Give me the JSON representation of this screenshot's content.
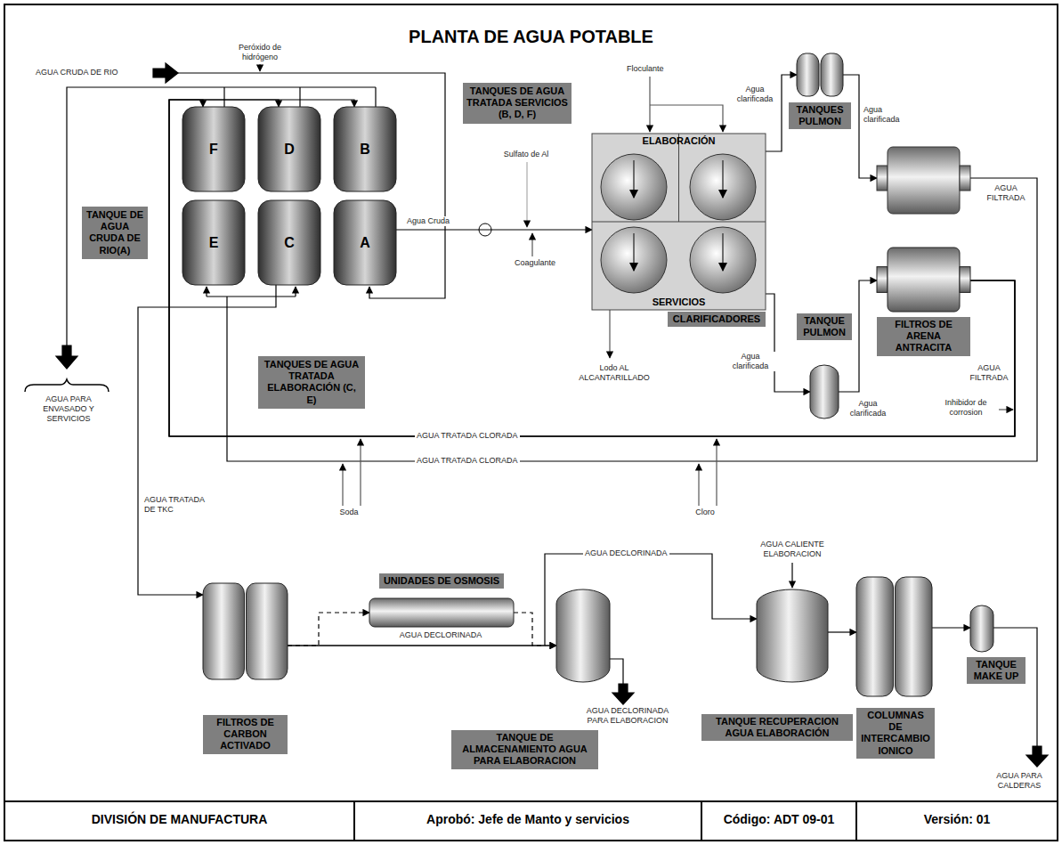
{
  "diagram": {
    "title": "PLANTA DE AGUA POTABLE",
    "nodes": [
      {
        "text": [
          "F"
        ]
      },
      {
        "text": [
          "D"
        ]
      },
      {
        "text": [
          "B"
        ]
      },
      {
        "text": [
          "E"
        ]
      },
      {
        "text": [
          "C"
        ]
      },
      {
        "text": [
          "A"
        ]
      },
      {
        "text": [
          "TANQUE DE AGUA CRUDA DE RIO(A)"
        ]
      },
      {
        "text": [
          "TANQUES DE AGUA TRATADA SERVICIOS (B, D, F)"
        ]
      },
      {
        "text": [
          "TANQUES DE AGUA TRATADA ELABORACIÓN (C, E)"
        ]
      },
      {
        "text": [
          "ELABORACIÓN",
          "SERVICIOS",
          "CLARIFICADORES"
        ]
      },
      {
        "text": [
          "TANQUES PULMON"
        ]
      },
      {
        "text": [
          "TANQUE PULMON"
        ]
      },
      {
        "text": [
          "FILTROS DE ARENA ANTRACITA"
        ]
      },
      {
        "text": [
          "FILTROS DE CARBON ACTIVADO"
        ]
      },
      {
        "text": [
          "UNIDADES DE OSMOSIS"
        ]
      },
      {
        "text": [
          "TANQUE DE ALMACENAMIENTO AGUA PARA ELABORACION"
        ]
      },
      {
        "text": [
          "TANQUE RECUPERACION AGUA ELABORACIÓN"
        ]
      },
      {
        "text": [
          "COLUMNAS DE INTERCAMBIO IONICO"
        ]
      },
      {
        "text": [
          "TANQUE MAKE UP"
        ]
      }
    ],
    "edges": [
      {
        "from": 5,
        "to": 9,
        "arrow": "to",
        "label": "Agua Cruda"
      },
      {
        "from": 9,
        "to": 10,
        "arrow": "to",
        "label": "Agua clarificada"
      },
      {
        "from": 9,
        "to": 11,
        "arrow": "to",
        "label": "Agua clarificada"
      },
      {
        "from": 11,
        "to": 12,
        "arrow": "to",
        "label": "Agua clarificada"
      },
      {
        "from": 12,
        "to": 0,
        "arrow": "to"
      },
      {
        "from": 12,
        "to": 1,
        "arrow": "to"
      },
      {
        "from": 12,
        "to": 2,
        "arrow": "to"
      },
      {
        "from": 4,
        "to": 13,
        "arrow": "to"
      },
      {
        "from": 13,
        "to": 14,
        "arrow": "to"
      },
      {
        "from": 14,
        "to": 15,
        "arrow": "to"
      },
      {
        "from": 13,
        "to": 15,
        "arrow": "to"
      },
      {
        "from": 13,
        "to": 16,
        "arrow": "to",
        "label": "AGUA DECLORINADA"
      },
      {
        "from": 16,
        "to": 17,
        "arrow": "to"
      },
      {
        "from": 17,
        "to": 18,
        "arrow": "to"
      }
    ],
    "labels": [
      "AGUA CRUDA DE RIO",
      "Peróxido de hidrógeno",
      "Sulfato de Al",
      "Coagulante",
      "Floculante",
      "Lodo AL ALCANTARILLADO",
      "AGUA TRATADA CLORADA",
      "AGUA TRATADA CLORADA",
      "AGUA TRATADA DE TKC",
      "Soda",
      "Cloro",
      "Inhibidor de corrosion",
      "AGUA FILTRADA",
      "AGUA FILTRADA",
      "Agua clarificada",
      "AGUA DECLORINADA",
      "AGUA CALIENTE ELABORACION",
      "AGUA PARA ENVASADO Y SERVICIOS",
      "AGUA DECLORINADA PARA ELABORACION",
      "AGUA PARA CALDERAS",
      "DIVISIÓN DE MANUFACTURA",
      "Aprobó: Jefe de Manto y servicios",
      "Código: ADT 09-01",
      "Versión: 01"
    ]
  }
}
